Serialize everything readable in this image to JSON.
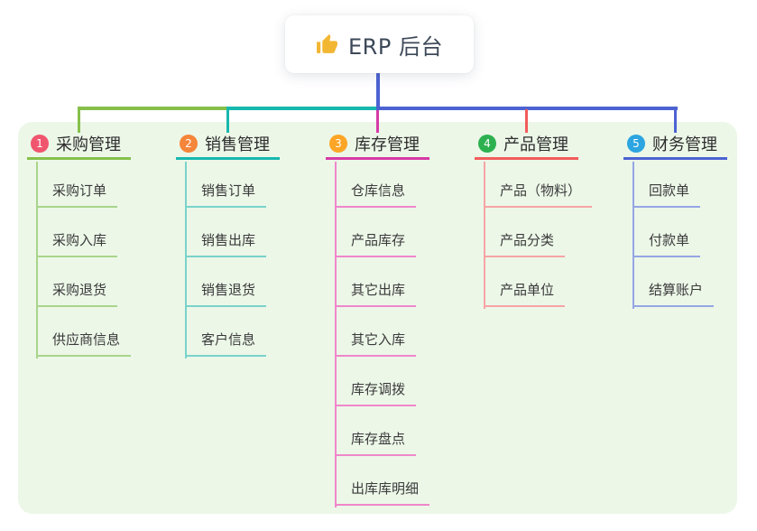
{
  "root": {
    "label": "ERP 后台",
    "icon": "thumbs-up-icon",
    "icon_color": "#f2b632"
  },
  "panel": {
    "background": "#ecf7e8"
  },
  "connector": {
    "stem_color": "#4c63d2"
  },
  "branches": [
    {
      "index": "1",
      "label": "采购管理",
      "badge_color": "#f0556e",
      "line_color": "#86c04b",
      "child_line_color": "#a9d58b",
      "children": [
        "采购订单",
        "采购入库",
        "采购退货",
        "供应商信息"
      ]
    },
    {
      "index": "2",
      "label": "销售管理",
      "badge_color": "#f5853a",
      "line_color": "#17b8ae",
      "child_line_color": "#79d3ca",
      "children": [
        "销售订单",
        "销售出库",
        "销售退货",
        "客户信息"
      ]
    },
    {
      "index": "3",
      "label": "库存管理",
      "badge_color": "#fda526",
      "line_color": "#d63aa6",
      "child_line_color": "#f087cb",
      "children": [
        "仓库信息",
        "产品库存",
        "其它出库",
        "其它入库",
        "库存调拨",
        "库存盘点",
        "出库库明细"
      ]
    },
    {
      "index": "4",
      "label": "产品管理",
      "badge_color": "#2db150",
      "line_color": "#f25c5c",
      "child_line_color": "#f7a4a4",
      "children": [
        "产品（物料）",
        "产品分类",
        "产品单位"
      ]
    },
    {
      "index": "5",
      "label": "财务管理",
      "badge_color": "#2ca5e0",
      "line_color": "#4c63d2",
      "child_line_color": "#95a6e4",
      "children": [
        "回款单",
        "付款单",
        "结算账户"
      ]
    }
  ]
}
